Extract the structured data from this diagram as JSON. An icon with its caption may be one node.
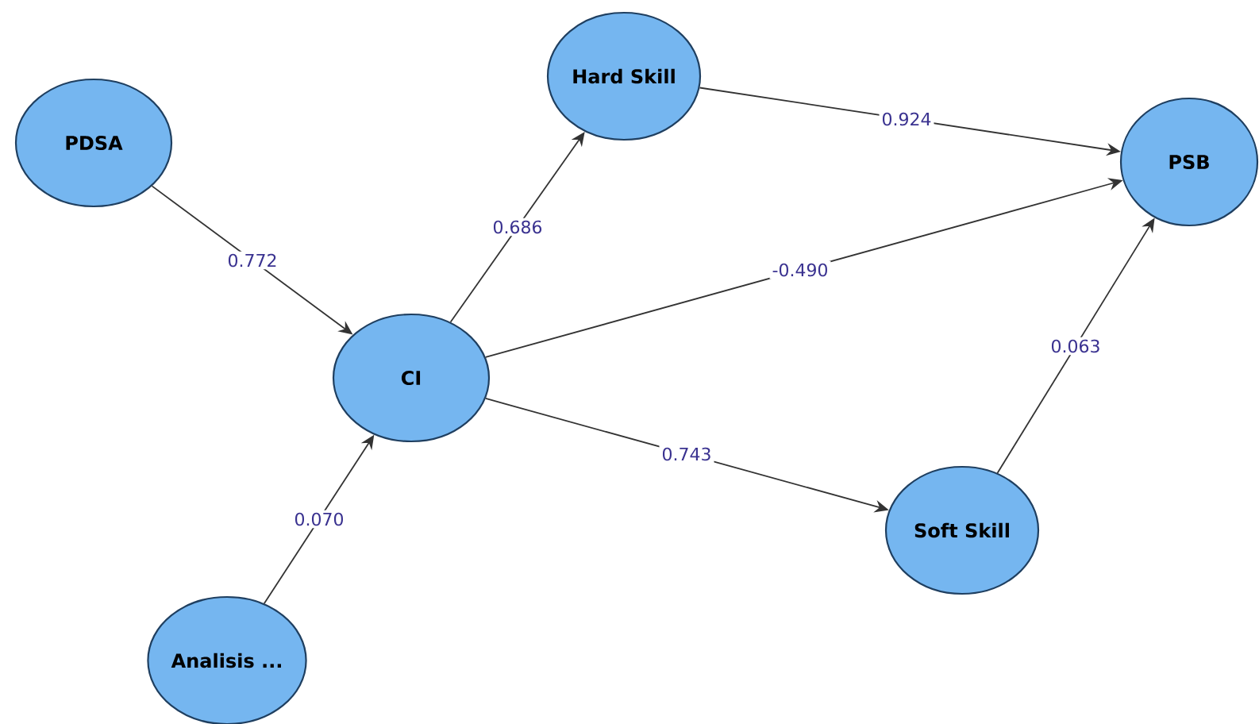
{
  "diagram": {
    "nodes": [
      {
        "text": [
          "PDSA"
        ]
      },
      {
        "text": [
          "Hard Skill"
        ]
      },
      {
        "text": [
          "PSB"
        ]
      },
      {
        "text": [
          "CI"
        ]
      },
      {
        "text": [
          "Soft Skill"
        ]
      },
      {
        "text": [
          "Analisis ..."
        ]
      }
    ],
    "edges": [
      {
        "from": 0,
        "to": 3,
        "arrow": "to",
        "label": "0.772"
      },
      {
        "from": 5,
        "to": 3,
        "arrow": "to",
        "label": "0.070"
      },
      {
        "from": 3,
        "to": 1,
        "arrow": "to",
        "label": "0.686"
      },
      {
        "from": 1,
        "to": 2,
        "arrow": "to",
        "label": "0.924"
      },
      {
        "from": 3,
        "to": 2,
        "arrow": "to",
        "label": "-0.490"
      },
      {
        "from": 3,
        "to": 4,
        "arrow": "to",
        "label": "0.743"
      },
      {
        "from": 4,
        "to": 2,
        "arrow": "to",
        "label": "0.063"
      }
    ]
  }
}
